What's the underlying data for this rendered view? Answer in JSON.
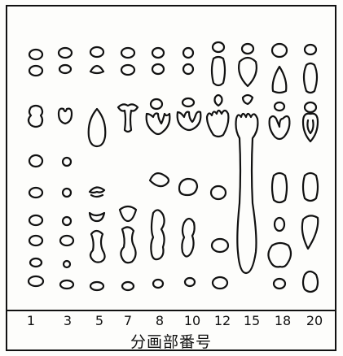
{
  "figure": {
    "segment_numbers": [
      "1",
      "3",
      "5",
      "7",
      "8",
      "10",
      "12",
      "15",
      "18",
      "20"
    ],
    "caption": "分画部番号"
  }
}
